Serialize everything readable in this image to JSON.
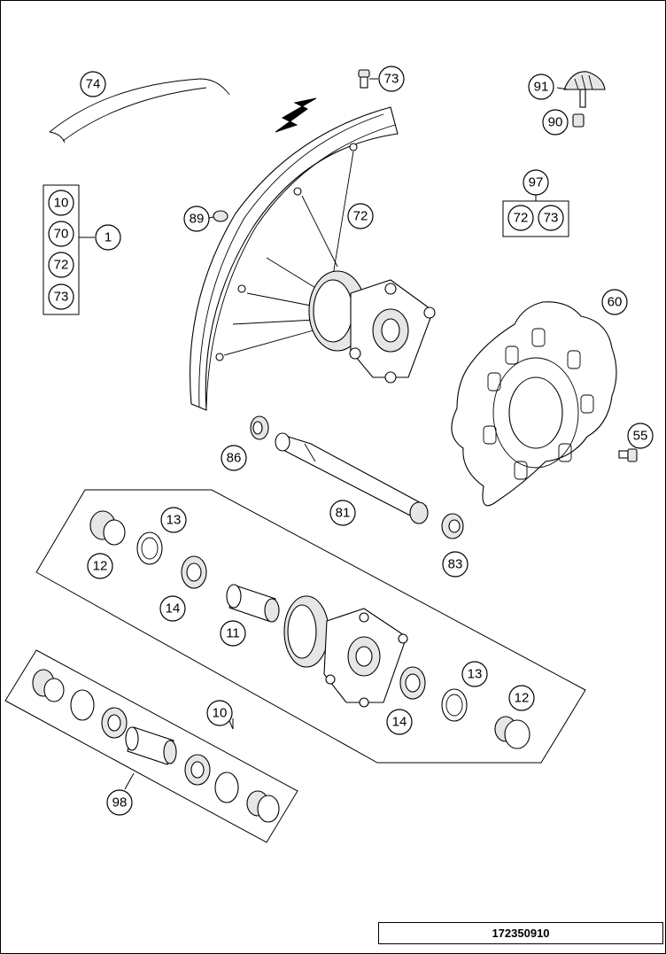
{
  "parts": {
    "p74": "74",
    "p73_top": "73",
    "p91": "91",
    "p90": "90",
    "p97": "97",
    "kit97_a": "72",
    "kit97_b": "73",
    "kit1_a": "10",
    "kit1_b": "70",
    "kit1_c": "72",
    "kit1_d": "73",
    "p1": "1",
    "p89": "89",
    "p72": "72",
    "p60": "60",
    "p55": "55",
    "p86": "86",
    "p81": "81",
    "p83": "83",
    "p13_left": "13",
    "p12_left": "12",
    "p14_left": "14",
    "p11": "11",
    "p10": "10",
    "p13_right": "13",
    "p12_right": "12",
    "p14_right": "14",
    "p98": "98"
  },
  "drawing_number": "172350910"
}
